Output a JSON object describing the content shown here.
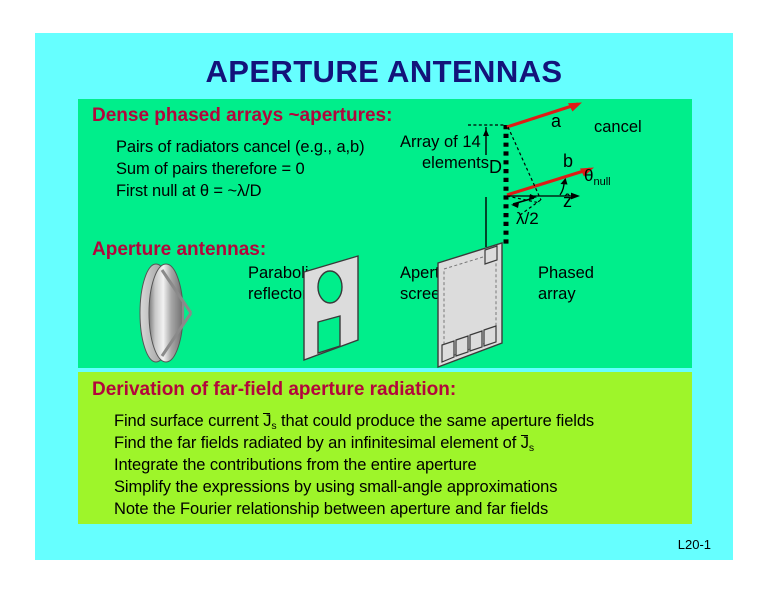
{
  "slide": {
    "title": "APERTURE ANTENNAS",
    "footer": "L20-1",
    "colors": {
      "canvas": "#66FFFF",
      "panel_top": "#00EE8B",
      "panel_bottom": "#9EF52A",
      "title_text": "#13137A",
      "heading_text": "#B3063C",
      "body_text": "#000000",
      "ray_red": "#E01B15",
      "figure_gray": "#D9D9D9"
    }
  },
  "section_phased": {
    "heading": "Dense phased arrays ~apertures:",
    "lines": [
      "Pairs of radiators cancel (e.g., a,b)",
      "Sum of pairs therefore = 0",
      "First null at θ = ~λ/D"
    ],
    "diagram": {
      "name": "array-of-14-elements-diagram",
      "label_array_line1": "Array of 14",
      "label_array_line2": "elements",
      "label_D": "D",
      "label_a": "a",
      "label_b": "b",
      "label_cancel": "cancel",
      "label_theta": "θ",
      "label_theta_sub": "null",
      "label_zhat": "ẑ",
      "label_halfwave": "λ/2",
      "element_count": 14
    }
  },
  "section_aperture": {
    "heading": "Aperture antennas:",
    "figures": [
      {
        "name": "parabolic-reflector",
        "caption_line1": "Parabolic",
        "caption_line2": "reflector"
      },
      {
        "name": "aperture-screen",
        "caption_line1": "Aperture",
        "caption_line2": "screen"
      },
      {
        "name": "phased-array-panel",
        "caption_line1": "Phased",
        "caption_line2": "array"
      }
    ]
  },
  "section_derivation": {
    "heading": "Derivation of far-field aperture radiation:",
    "lines": [
      {
        "pre": "Find surface current ",
        "sym": "J",
        "sub": "s",
        "post": " that could produce the same aperture fields"
      },
      {
        "pre": "Find the far fields radiated by an infinitesimal element of ",
        "sym": "J",
        "sub": "s",
        "post": ""
      },
      {
        "pre": "Integrate the contributions from the entire aperture",
        "sym": "",
        "sub": "",
        "post": ""
      },
      {
        "pre": "Simplify the expressions by using small-angle approximations",
        "sym": "",
        "sub": "",
        "post": ""
      },
      {
        "pre": "Note the Fourier relationship between aperture and far fields",
        "sym": "",
        "sub": "",
        "post": ""
      }
    ]
  }
}
